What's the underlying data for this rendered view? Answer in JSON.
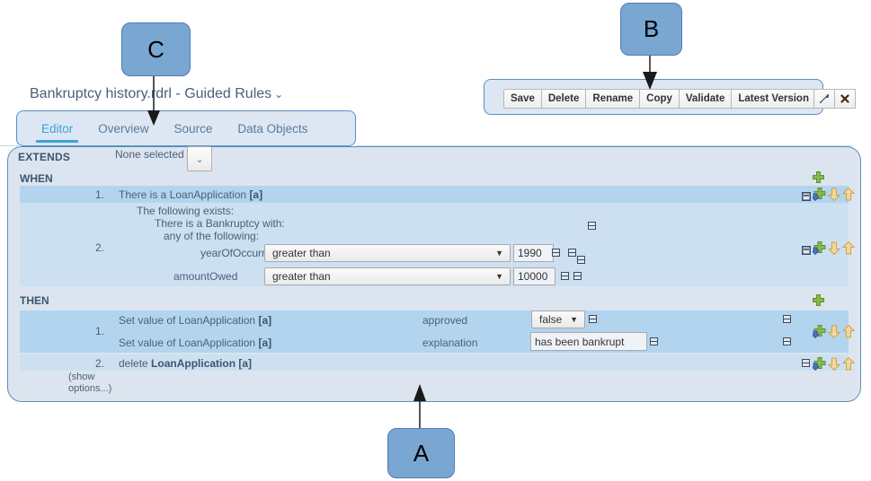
{
  "page": {
    "title": "Bankruptcy history.rdrl - Guided Rules",
    "title_caret": "⌄"
  },
  "tabs": [
    {
      "label": "Editor",
      "active": true
    },
    {
      "label": "Overview",
      "active": false
    },
    {
      "label": "Source",
      "active": false
    },
    {
      "label": "Data Objects",
      "active": false
    }
  ],
  "toolbar": {
    "buttons": [
      "Save",
      "Delete",
      "Rename",
      "Copy",
      "Validate"
    ],
    "version_label": "Latest Version",
    "version_caret": "⌄",
    "restore_icon": "restore-icon",
    "close_icon": "close-icon",
    "close_glyph": "✖"
  },
  "extends": {
    "label": "EXTENDS",
    "value": "None selected",
    "dropdown_caret": "⌄"
  },
  "when": {
    "label": "WHEN",
    "rows": [
      {
        "number": "1.",
        "text": "There is a LoanApplication ",
        "bold": "[a]"
      },
      {
        "number": "2.",
        "line1": "The following exists:",
        "line2": "There is a Bankruptcy with:",
        "line3": "any of the following:",
        "constraints": [
          {
            "field": "yearOfOccurrence",
            "operator": "greater than",
            "value": "1990"
          },
          {
            "field": "amountOwed",
            "operator": "greater than",
            "value": "10000"
          }
        ]
      }
    ]
  },
  "then": {
    "label": "THEN",
    "rows": [
      {
        "number": "1.",
        "actions": [
          {
            "text": "Set value of LoanApplication ",
            "bold": "[a]",
            "field": "approved",
            "widget": "select",
            "value": "false"
          },
          {
            "text": "Set value of LoanApplication ",
            "bold": "[a]",
            "field": "explanation",
            "widget": "text",
            "value": "has been bankrupt"
          }
        ]
      },
      {
        "number": "2.",
        "text": "delete ",
        "bold": "LoanApplication [a]"
      }
    ],
    "show_options": "(show options...)"
  },
  "icons": {
    "add": "add-green-plus-icon",
    "insert": "insert-below-icon",
    "move_down": "move-down-icon",
    "move_up": "move-up-icon",
    "collapse": "collapse-minus-box-icon"
  },
  "annotations": [
    {
      "id": "A",
      "label": "A"
    },
    {
      "id": "B",
      "label": "B"
    },
    {
      "id": "C",
      "label": "C"
    }
  ],
  "colors": {
    "callout_fill": "#7aa6d2",
    "callout_border": "#4a7fb5",
    "panel_bg": "#dce5ef",
    "row_highlight": "#b3d4ef",
    "row_alt": "#cde0f1",
    "accent_tab": "#3ba3d9",
    "border_blue": "#5a8fc0"
  }
}
